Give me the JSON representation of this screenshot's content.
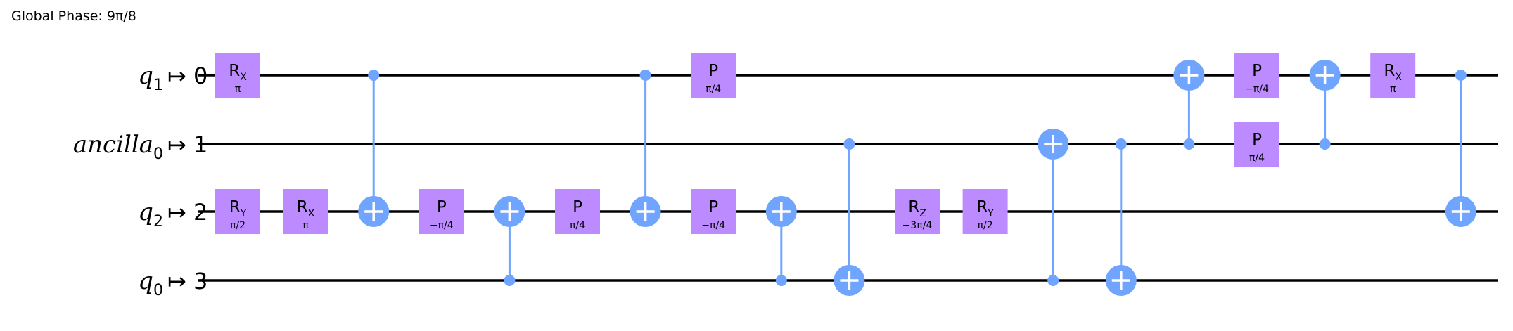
{
  "global_phase": "Global Phase: 9π/8",
  "qubits": [
    {
      "name": "q",
      "sub": "1",
      "map": "↦ 0"
    },
    {
      "name": "ancilla",
      "sub": "0",
      "map": "↦ 1"
    },
    {
      "name": "q",
      "sub": "2",
      "map": "↦ 2"
    },
    {
      "name": "q",
      "sub": "0",
      "map": "↦ 3"
    }
  ],
  "gates": [
    {
      "type": "single",
      "col": 0,
      "wire": 0,
      "name": "R",
      "sub": "X",
      "param": "π"
    },
    {
      "type": "single",
      "col": 0,
      "wire": 2,
      "name": "R",
      "sub": "Y",
      "param": "π/2"
    },
    {
      "type": "single",
      "col": 1,
      "wire": 2,
      "name": "R",
      "sub": "X",
      "param": "π"
    },
    {
      "type": "cx",
      "col": 2,
      "control": 0,
      "target": 2
    },
    {
      "type": "single",
      "col": 3,
      "wire": 2,
      "name": "P",
      "sub": "",
      "param": "−π/4"
    },
    {
      "type": "cx",
      "col": 4,
      "control": 3,
      "target": 2
    },
    {
      "type": "single",
      "col": 5,
      "wire": 2,
      "name": "P",
      "sub": "",
      "param": "π/4"
    },
    {
      "type": "cx",
      "col": 6,
      "control": 0,
      "target": 2
    },
    {
      "type": "single",
      "col": 7,
      "wire": 0,
      "name": "P",
      "sub": "",
      "param": "π/4"
    },
    {
      "type": "single",
      "col": 7,
      "wire": 2,
      "name": "P",
      "sub": "",
      "param": "−π/4"
    },
    {
      "type": "cx",
      "col": 8,
      "control": 3,
      "target": 2
    },
    {
      "type": "cx",
      "col": 9,
      "control": 1,
      "target": 3
    },
    {
      "type": "single",
      "col": 10,
      "wire": 2,
      "name": "R",
      "sub": "Z",
      "param": "−3π/4"
    },
    {
      "type": "single",
      "col": 11,
      "wire": 2,
      "name": "R",
      "sub": "Y",
      "param": "π/2"
    },
    {
      "type": "cx",
      "col": 12,
      "control": 3,
      "target": 1
    },
    {
      "type": "cx",
      "col": 13,
      "control": 1,
      "target": 3
    },
    {
      "type": "cx",
      "col": 14,
      "control": 1,
      "target": 0
    },
    {
      "type": "single",
      "col": 15,
      "wire": 0,
      "name": "P",
      "sub": "",
      "param": "−π/4"
    },
    {
      "type": "single",
      "col": 15,
      "wire": 1,
      "name": "P",
      "sub": "",
      "param": "π/4"
    },
    {
      "type": "cx",
      "col": 16,
      "control": 1,
      "target": 0
    },
    {
      "type": "single",
      "col": 17,
      "wire": 0,
      "name": "R",
      "sub": "X",
      "param": "π"
    },
    {
      "type": "cx",
      "col": 18,
      "control": 0,
      "target": 2
    }
  ],
  "colors": {
    "gate_fill": "#bb8bff",
    "cx_color": "#6fa4ff",
    "wire": "#000000"
  }
}
